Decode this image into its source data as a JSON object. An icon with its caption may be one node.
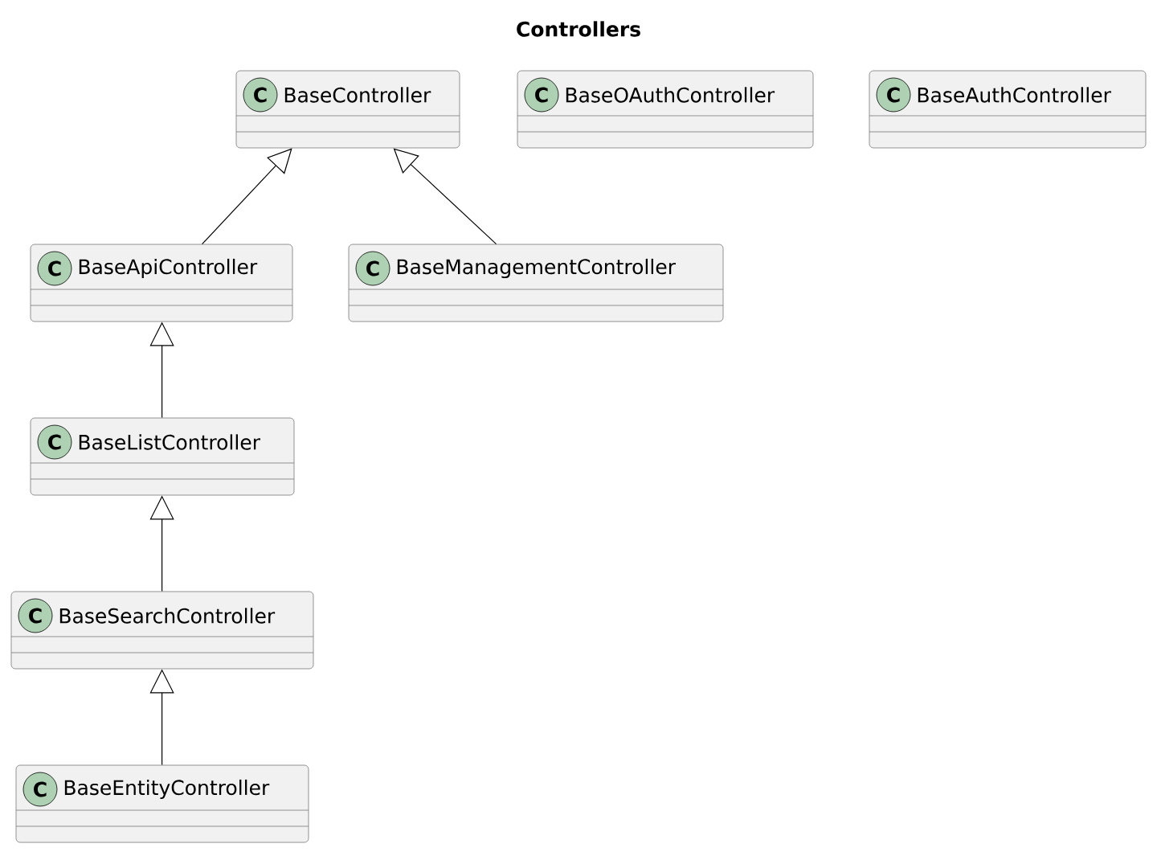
{
  "diagram": {
    "title": "Controllers",
    "nodes": [
      {
        "text": [
          "C",
          "BaseController"
        ]
      },
      {
        "text": [
          "C",
          "BaseOAuthController"
        ]
      },
      {
        "text": [
          "C",
          "BaseAuthController"
        ]
      },
      {
        "text": [
          "C",
          "BaseApiController"
        ]
      },
      {
        "text": [
          "C",
          "BaseManagementController"
        ]
      },
      {
        "text": [
          "C",
          "BaseListController"
        ]
      },
      {
        "text": [
          "C",
          "BaseSearchController"
        ]
      },
      {
        "text": [
          "C",
          "BaseEntityController"
        ]
      }
    ],
    "edges": [
      {
        "from": 3,
        "to": 0,
        "arrow": "to"
      },
      {
        "from": 4,
        "to": 0,
        "arrow": "to"
      },
      {
        "from": 5,
        "to": 3,
        "arrow": "to"
      },
      {
        "from": 6,
        "to": 5,
        "arrow": "to"
      },
      {
        "from": 7,
        "to": 6,
        "arrow": "to"
      }
    ]
  }
}
